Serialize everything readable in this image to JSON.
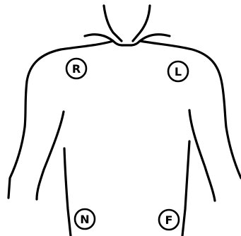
{
  "electrodes": {
    "right_arm": "R",
    "left_arm": "L",
    "neutral": "N",
    "foot": "F"
  },
  "colors": {
    "outline": "#000000",
    "background": "#ffffff"
  }
}
